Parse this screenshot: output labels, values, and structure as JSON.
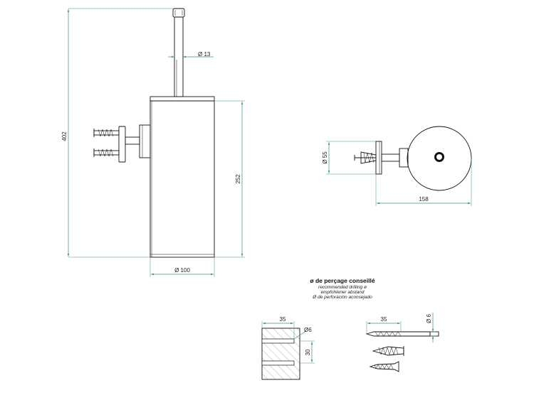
{
  "dimensions": {
    "overall_height": "402",
    "handle_diameter": "Ø 13",
    "body_height": "252",
    "body_diameter": "Ø 100",
    "flange_diameter": "Ø 55",
    "projection": "158",
    "hole_depth": "35",
    "hole_spacing": "30",
    "hole_diameter": "Ø6",
    "drill_depth": "35",
    "drill_diameter": "Ø 6"
  },
  "drilling_note": {
    "title": "ø de perçage conseillé",
    "lines": [
      "recommended drilling ø",
      "empfohlener abstand",
      "Ø de perforación aconsejado"
    ]
  }
}
